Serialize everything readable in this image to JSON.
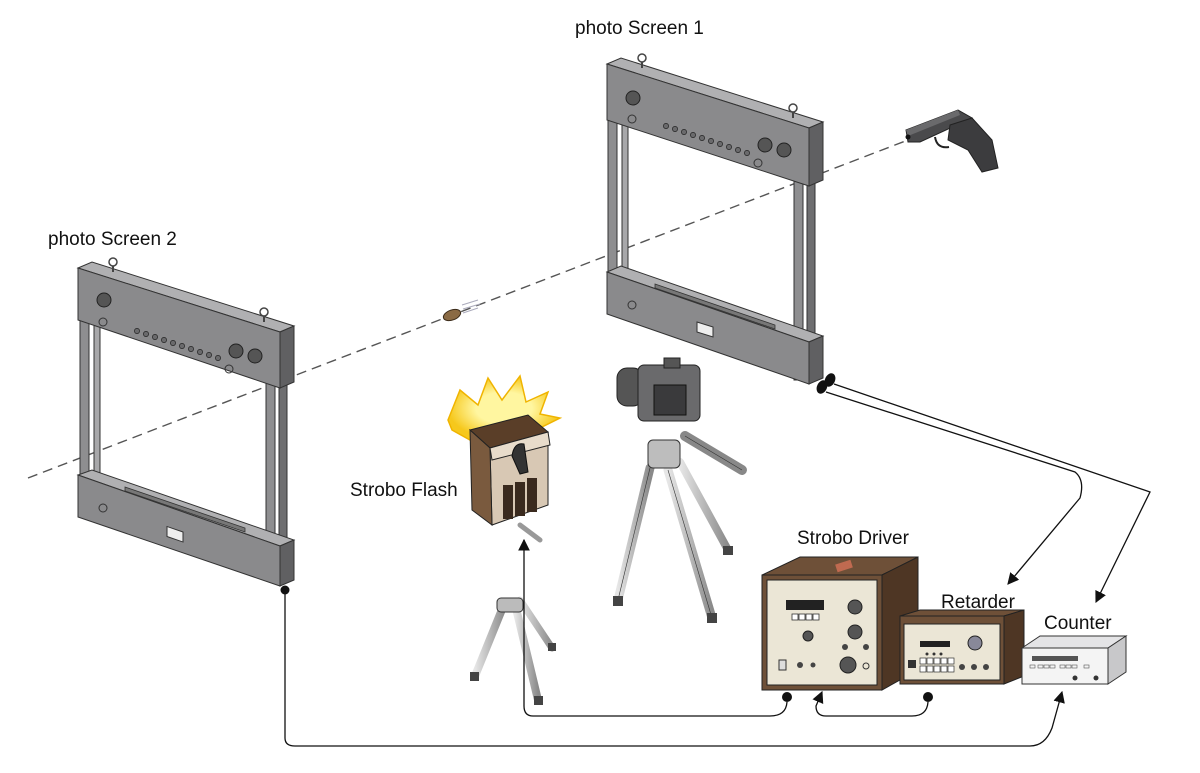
{
  "diagram": {
    "title": "Bullet velocity measurement and high-speed photography setup",
    "labels": {
      "photo_screen_1": "photo Screen 1",
      "photo_screen_2": "photo Screen 2",
      "strobo_flash": "Strobo Flash",
      "strobo_driver": "Strobo Driver",
      "retarder": "Retarder",
      "counter": "Counter"
    },
    "components": [
      {
        "id": "pistol",
        "icon": "pistol-icon"
      },
      {
        "id": "bullet",
        "icon": "bullet-icon"
      },
      {
        "id": "photo_screen_1",
        "icon": "light-gate-frame"
      },
      {
        "id": "photo_screen_2",
        "icon": "light-gate-frame"
      },
      {
        "id": "camera",
        "icon": "dslr-camera-on-tripod"
      },
      {
        "id": "strobo_flash",
        "icon": "flash-unit-on-tripod"
      },
      {
        "id": "strobo_driver",
        "icon": "instrument-box"
      },
      {
        "id": "retarder",
        "icon": "instrument-box"
      },
      {
        "id": "counter",
        "icon": "instrument-box"
      }
    ],
    "connections": [
      {
        "from": "photo_screen_1",
        "to": "retarder"
      },
      {
        "from": "photo_screen_1",
        "to": "counter"
      },
      {
        "from": "photo_screen_2",
        "to": "counter"
      },
      {
        "from": "strobo_driver",
        "to": "strobo_flash"
      },
      {
        "from": "retarder",
        "to": "strobo_driver"
      }
    ],
    "colors": {
      "frame": "#8e8e90",
      "frame_dark": "#5e5e60",
      "instrument_brown": "#6e5038",
      "panel_cream": "#ebe6d6",
      "flash_glow": "#f6d21c",
      "line": "#111111"
    }
  }
}
